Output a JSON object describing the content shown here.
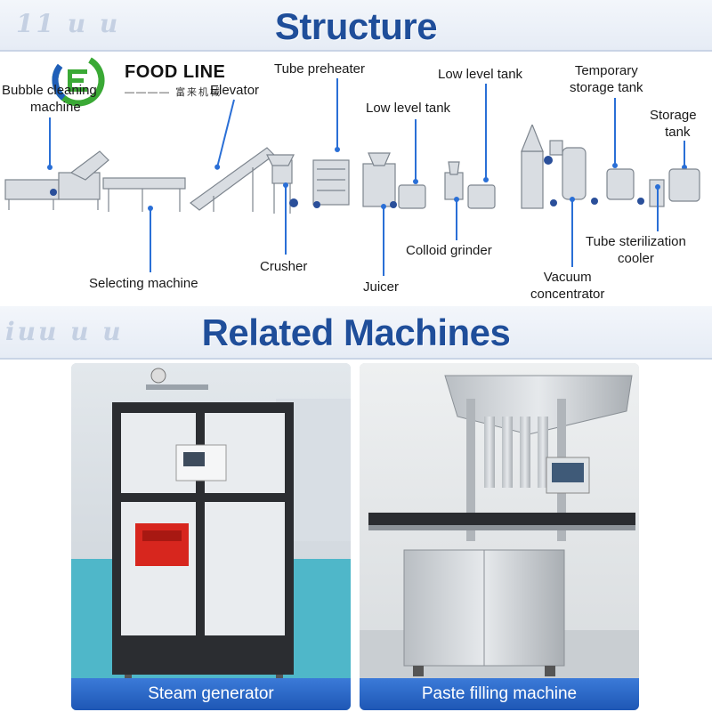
{
  "structure_banner": {
    "title": "Structure",
    "deco_text": "11 u u"
  },
  "brand": {
    "name": "FOOD LINE",
    "sub": "富来机械",
    "colors": {
      "green": "#3aa935",
      "blue": "#1f5fb8"
    }
  },
  "structure_labels": {
    "bubble_cleaning": [
      "Bubble cleaning",
      "machine"
    ],
    "elevator": "Elevator",
    "tube_preheater": "Tube preheater",
    "low_level_tank_1": "Low level tank",
    "low_level_tank_2": "Low level tank",
    "temporary_storage": [
      "Temporary",
      "storage tank"
    ],
    "storage_tank": [
      "Storage",
      "tank"
    ],
    "selecting_machine": "Selecting machine",
    "crusher": "Crusher",
    "juicer": "Juicer",
    "colloid_grinder": "Colloid grinder",
    "vacuum_concentrator": [
      "Vacuum",
      "concentrator"
    ],
    "tube_sterilization": [
      "Tube sterilization",
      "cooler"
    ]
  },
  "related_banner": {
    "title": "Related Machines",
    "deco_text": "iuu u u"
  },
  "related_machines": [
    {
      "caption": "Steam generator"
    },
    {
      "caption": "Paste filling machine"
    }
  ],
  "colors": {
    "title_blue": "#1f4e9a",
    "leader_blue": "#2a6fd6",
    "caption_blue": "#2563c4"
  }
}
